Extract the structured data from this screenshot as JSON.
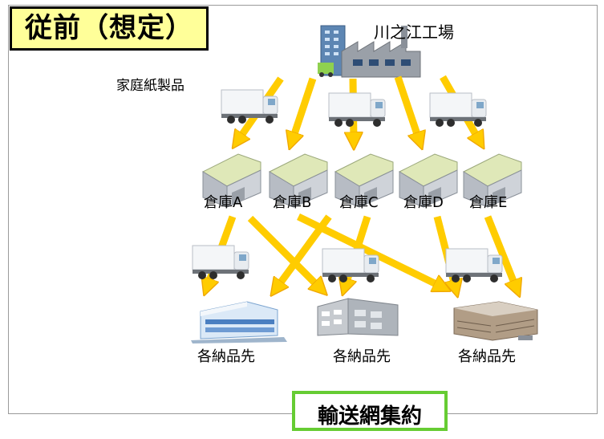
{
  "title": "従前（想定）",
  "factory": {
    "label": "川之江工場"
  },
  "product": {
    "label": "家庭紙製品"
  },
  "warehouses": [
    {
      "label": "倉庫A"
    },
    {
      "label": "倉庫B"
    },
    {
      "label": "倉庫C"
    },
    {
      "label": "倉庫D"
    },
    {
      "label": "倉庫E"
    }
  ],
  "customers": [
    {
      "label": "各納品先"
    },
    {
      "label": "各納品先"
    },
    {
      "label": "各納品先"
    }
  ],
  "bottom_box": {
    "label": "輸送網集約"
  },
  "colors": {
    "arrow_fill": "#ffcc00",
    "arrow_stroke": "#f0a800",
    "title_bg": "#ffff99",
    "bottom_border": "#66cc33",
    "warehouse_roof": "#c9d69a",
    "warehouse_wall": "#b7bcc4"
  },
  "icons": {
    "factory": "factory-icon",
    "truck": "truck-icon",
    "warehouse": "warehouse-icon",
    "customer": "building-icon"
  }
}
